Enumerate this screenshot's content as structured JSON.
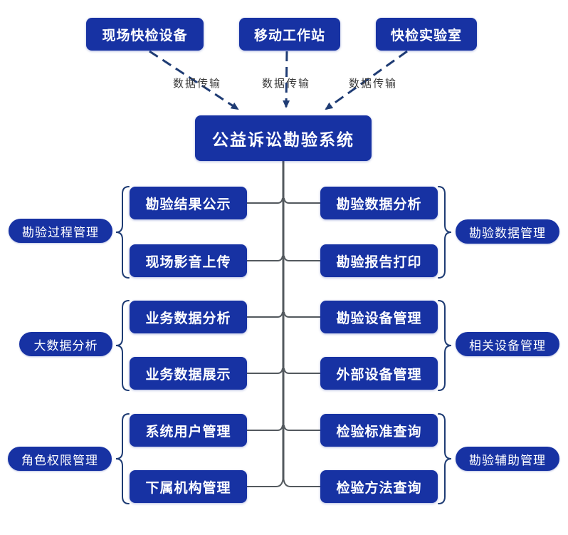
{
  "colors": {
    "node_blue": "#1732a3",
    "arrow_navy": "#1f3c74",
    "connector_gray": "#53595e",
    "transfer_text": "#3a3a3a",
    "background": "#ffffff"
  },
  "top_nodes": [
    {
      "label": "现场快检设备"
    },
    {
      "label": "移动工作站"
    },
    {
      "label": "快检实验室"
    }
  ],
  "transfer_labels": [
    {
      "text": "数据传输"
    },
    {
      "text": "数据传输"
    },
    {
      "text": "数据传输"
    }
  ],
  "center": {
    "title": "公益诉讼勘验系统"
  },
  "groups_left": [
    {
      "label": "勘验过程管理",
      "items": [
        "勘验结果公示",
        "现场影音上传"
      ]
    },
    {
      "label": "大数据分析",
      "items": [
        "业务数据分析",
        "业务数据展示"
      ]
    },
    {
      "label": "角色权限管理",
      "items": [
        "系统用户管理",
        "下属机构管理"
      ]
    }
  ],
  "groups_right": [
    {
      "label": "勘验数据管理",
      "items": [
        "勘验数据分析",
        "勘验报告打印"
      ]
    },
    {
      "label": "相关设备管理",
      "items": [
        "勘验设备管理",
        "外部设备管理"
      ]
    },
    {
      "label": "勘验辅助管理",
      "items": [
        "检验标准查询",
        "检验方法查询"
      ]
    }
  ]
}
